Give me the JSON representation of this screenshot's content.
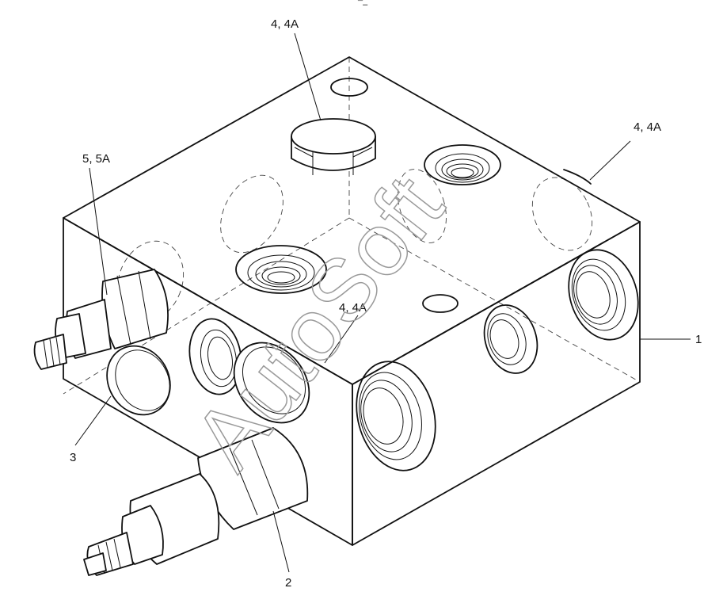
{
  "callouts": {
    "top_plug": "4, 4A",
    "right_plug": "4, 4A",
    "middle_plug": "4, 4A",
    "left_valve": "5, 5A",
    "block": "1",
    "front_valve": "2",
    "side_plug": "3"
  },
  "watermark": "AutoSoft",
  "top_mark": "¯–"
}
